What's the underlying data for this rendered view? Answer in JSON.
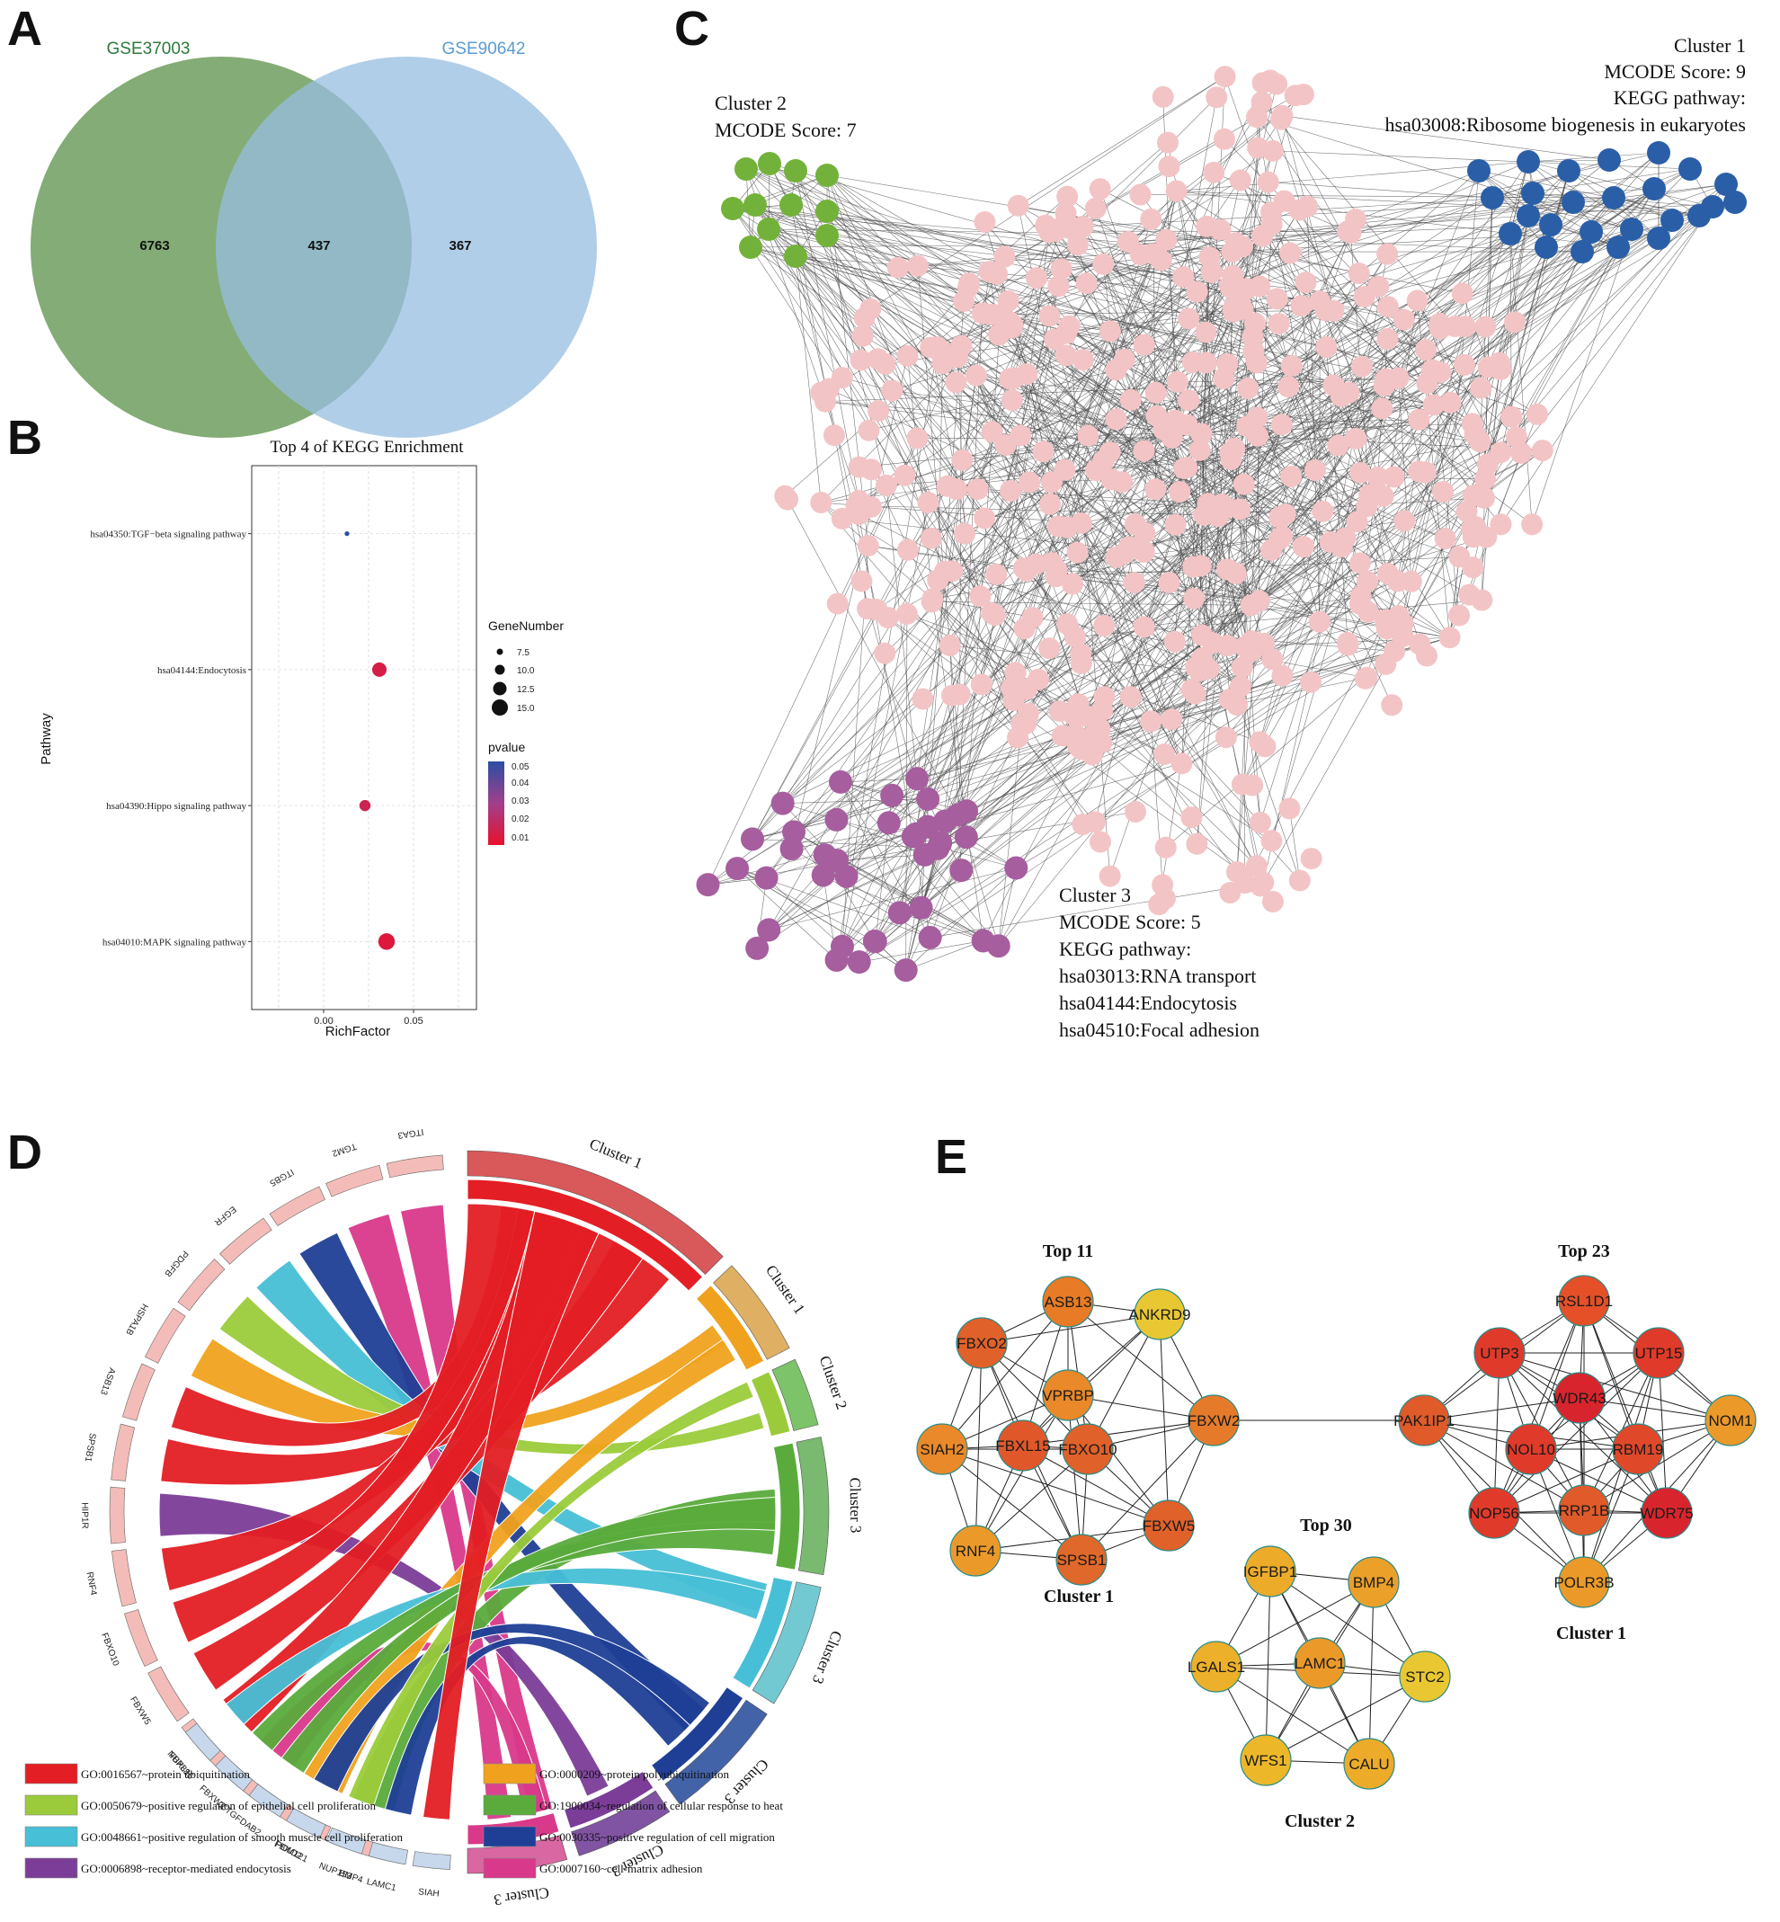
{
  "panels": {
    "a": "A",
    "b": "B",
    "c": "C",
    "d": "D",
    "e": "E"
  },
  "venn": {
    "left_title": "GSE37003",
    "right_title": "GSE90642",
    "left_only": "6763",
    "overlap": "437",
    "right_only": "367",
    "colors": {
      "left": "#6e9e5e",
      "right": "#97bde0",
      "left_title": "#2d7a3a",
      "right_title": "#5b9bd0"
    }
  },
  "kegg": {
    "title": "Top 4 of KEGG Enrichment",
    "xlabel": "RichFactor",
    "ylabel": "Pathway",
    "legend_size_title": "GeneNumber",
    "legend_size_labels": [
      "7.5",
      "10.0",
      "12.5",
      "15.0"
    ],
    "legend_color_title": "pvalue",
    "legend_color_labels": [
      "0.05",
      "0.04",
      "0.03",
      "0.02",
      "0.01"
    ],
    "xtick_labels": [
      "0.00",
      "0.05"
    ]
  },
  "chart_data": {
    "type": "scatter",
    "title": "Top 4 of KEGG Enrichment",
    "xlabel": "RichFactor",
    "ylabel": "Pathway",
    "xlim": [
      -0.04,
      0.085
    ],
    "categories": [
      "hsa04350:TGF−beta signaling pathway",
      "hsa04144:Endocytosis",
      "hsa04390:Hippo signaling pathway",
      "hsa04010:MAPK signaling pathway"
    ],
    "x": [
      0.013,
      0.031,
      0.023,
      0.035
    ],
    "gene_number": [
      5,
      14,
      11,
      16
    ],
    "pvalue": [
      0.05,
      0.007,
      0.01,
      0.004
    ],
    "legend_placement": "right"
  },
  "network": {
    "cluster1": {
      "name": "Cluster 1",
      "score": "MCODE Score: 9",
      "kegg": "KEGG pathway:",
      "pathway": "hsa03008:Ribosome biogenesis in eukaryotes"
    },
    "cluster2": {
      "name": "Cluster 2",
      "score": "MCODE Score: 7"
    },
    "cluster3": {
      "name": "Cluster 3",
      "score": "MCODE Score: 5",
      "kegg": "KEGG pathway:",
      "pathways": [
        "hsa03013:RNA transport",
        "hsa04144:Endocytosis",
        "hsa04510:Focal adhesion"
      ]
    },
    "colors": {
      "cluster1": "#2a5fa8",
      "cluster2": "#73b23a",
      "cluster3": "#a65e9e",
      "other": "#f3c4c6"
    }
  },
  "chord": {
    "genes_top": [
      "ITGA3",
      "TGM2",
      "ITGB5",
      "EGFR",
      "PDGFB",
      "HSPA1B",
      "ASB13",
      "SPSB1",
      "HIP1R",
      "RNF4",
      "FBXO10",
      "FBXW5",
      "FBXL15",
      "CTGF",
      "FBXO2",
      "BMP4"
    ],
    "genes_bottom": [
      "NUP88",
      "FBXW2",
      "DAB2",
      "POM121",
      "NUP153",
      "LAMC1",
      "SIAH"
    ],
    "clusters": [
      "Cluster 1",
      "Cluster 1",
      "Cluster 2",
      "Cluster 3",
      "Cluster 3",
      "Cluster 3",
      "Cluster 3",
      "Cluster 3"
    ],
    "legend": [
      {
        "label": "GO:0016567~protein ubiquitination",
        "color": "#e31e24"
      },
      {
        "label": "GO:0000209~protein polyubiquitination",
        "color": "#f0a21e"
      },
      {
        "label": "GO:0050679~positive regulation of epithelial cell proliferation",
        "color": "#9bcb3b"
      },
      {
        "label": "GO:1900034~regulation of cellular response to heat",
        "color": "#5aab3c"
      },
      {
        "label": "GO:0048661~positive regulation of smooth muscle cell proliferation",
        "color": "#47bfd6"
      },
      {
        "label": "GO:0030335~positive regulation of cell migration",
        "color": "#1f3f96"
      },
      {
        "label": "GO:0006898~receptor-mediated endocytosis",
        "color": "#7b3d98"
      },
      {
        "label": "GO:0007160~cell-matrix adhesion",
        "color": "#d9398a"
      }
    ]
  },
  "hubs": {
    "group1": {
      "title": "Top 11",
      "label": "Cluster 1",
      "nodes": [
        "ASB13",
        "ANKRD9",
        "FBXO2",
        "VPRBP",
        "FBXW2",
        "SIAH2",
        "FBXL15",
        "FBXO10",
        "FBXW5",
        "RNF4",
        "SPSB1"
      ]
    },
    "group2": {
      "title": "Top 23",
      "label": "Cluster 1",
      "nodes": [
        "RSL1D1",
        "UTP3",
        "UTP15",
        "WDR43",
        "PAK1IP1",
        "NOL10",
        "RBM19",
        "NOM1",
        "NOP56",
        "RRP1B",
        "WDR75",
        "POLR3B"
      ]
    },
    "group3": {
      "title": "Top 30",
      "label": "Cluster 2",
      "nodes": [
        "IGFBP1",
        "BMP4",
        "LGALS1",
        "LAMC1",
        "STC2",
        "WFS1",
        "CALU"
      ]
    }
  }
}
